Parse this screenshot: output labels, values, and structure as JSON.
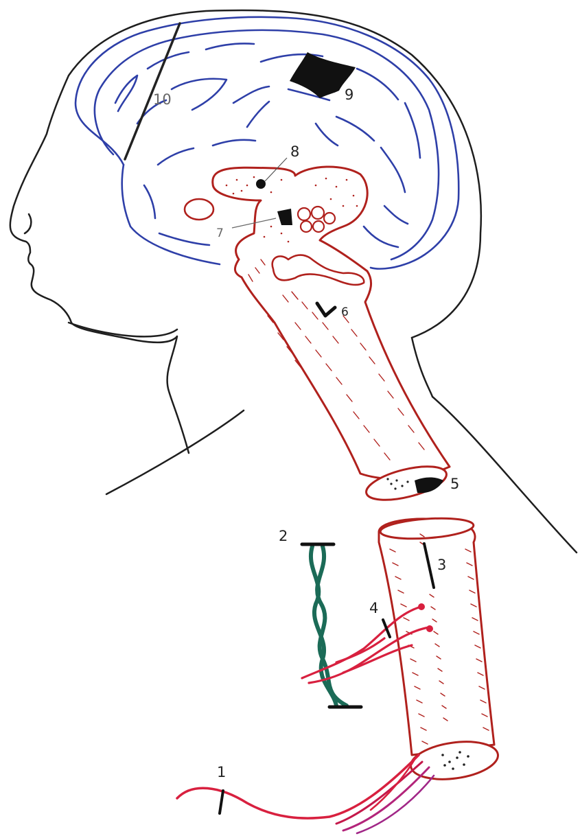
{
  "labels": {
    "l1": "1",
    "l2": "2",
    "l3": "3",
    "l4": "4",
    "l5": "5",
    "l6": "6",
    "l7": "7",
    "l8": "8",
    "l9": "9",
    "l10": "10"
  },
  "colors": {
    "outline": "#1e1e1e",
    "brain": "#2e3fa8",
    "stem": "#b0211d",
    "nerve": "#d8203f",
    "sympathetic": "#1b6b57",
    "lesion": "#111111",
    "paper": "#ffffff"
  }
}
